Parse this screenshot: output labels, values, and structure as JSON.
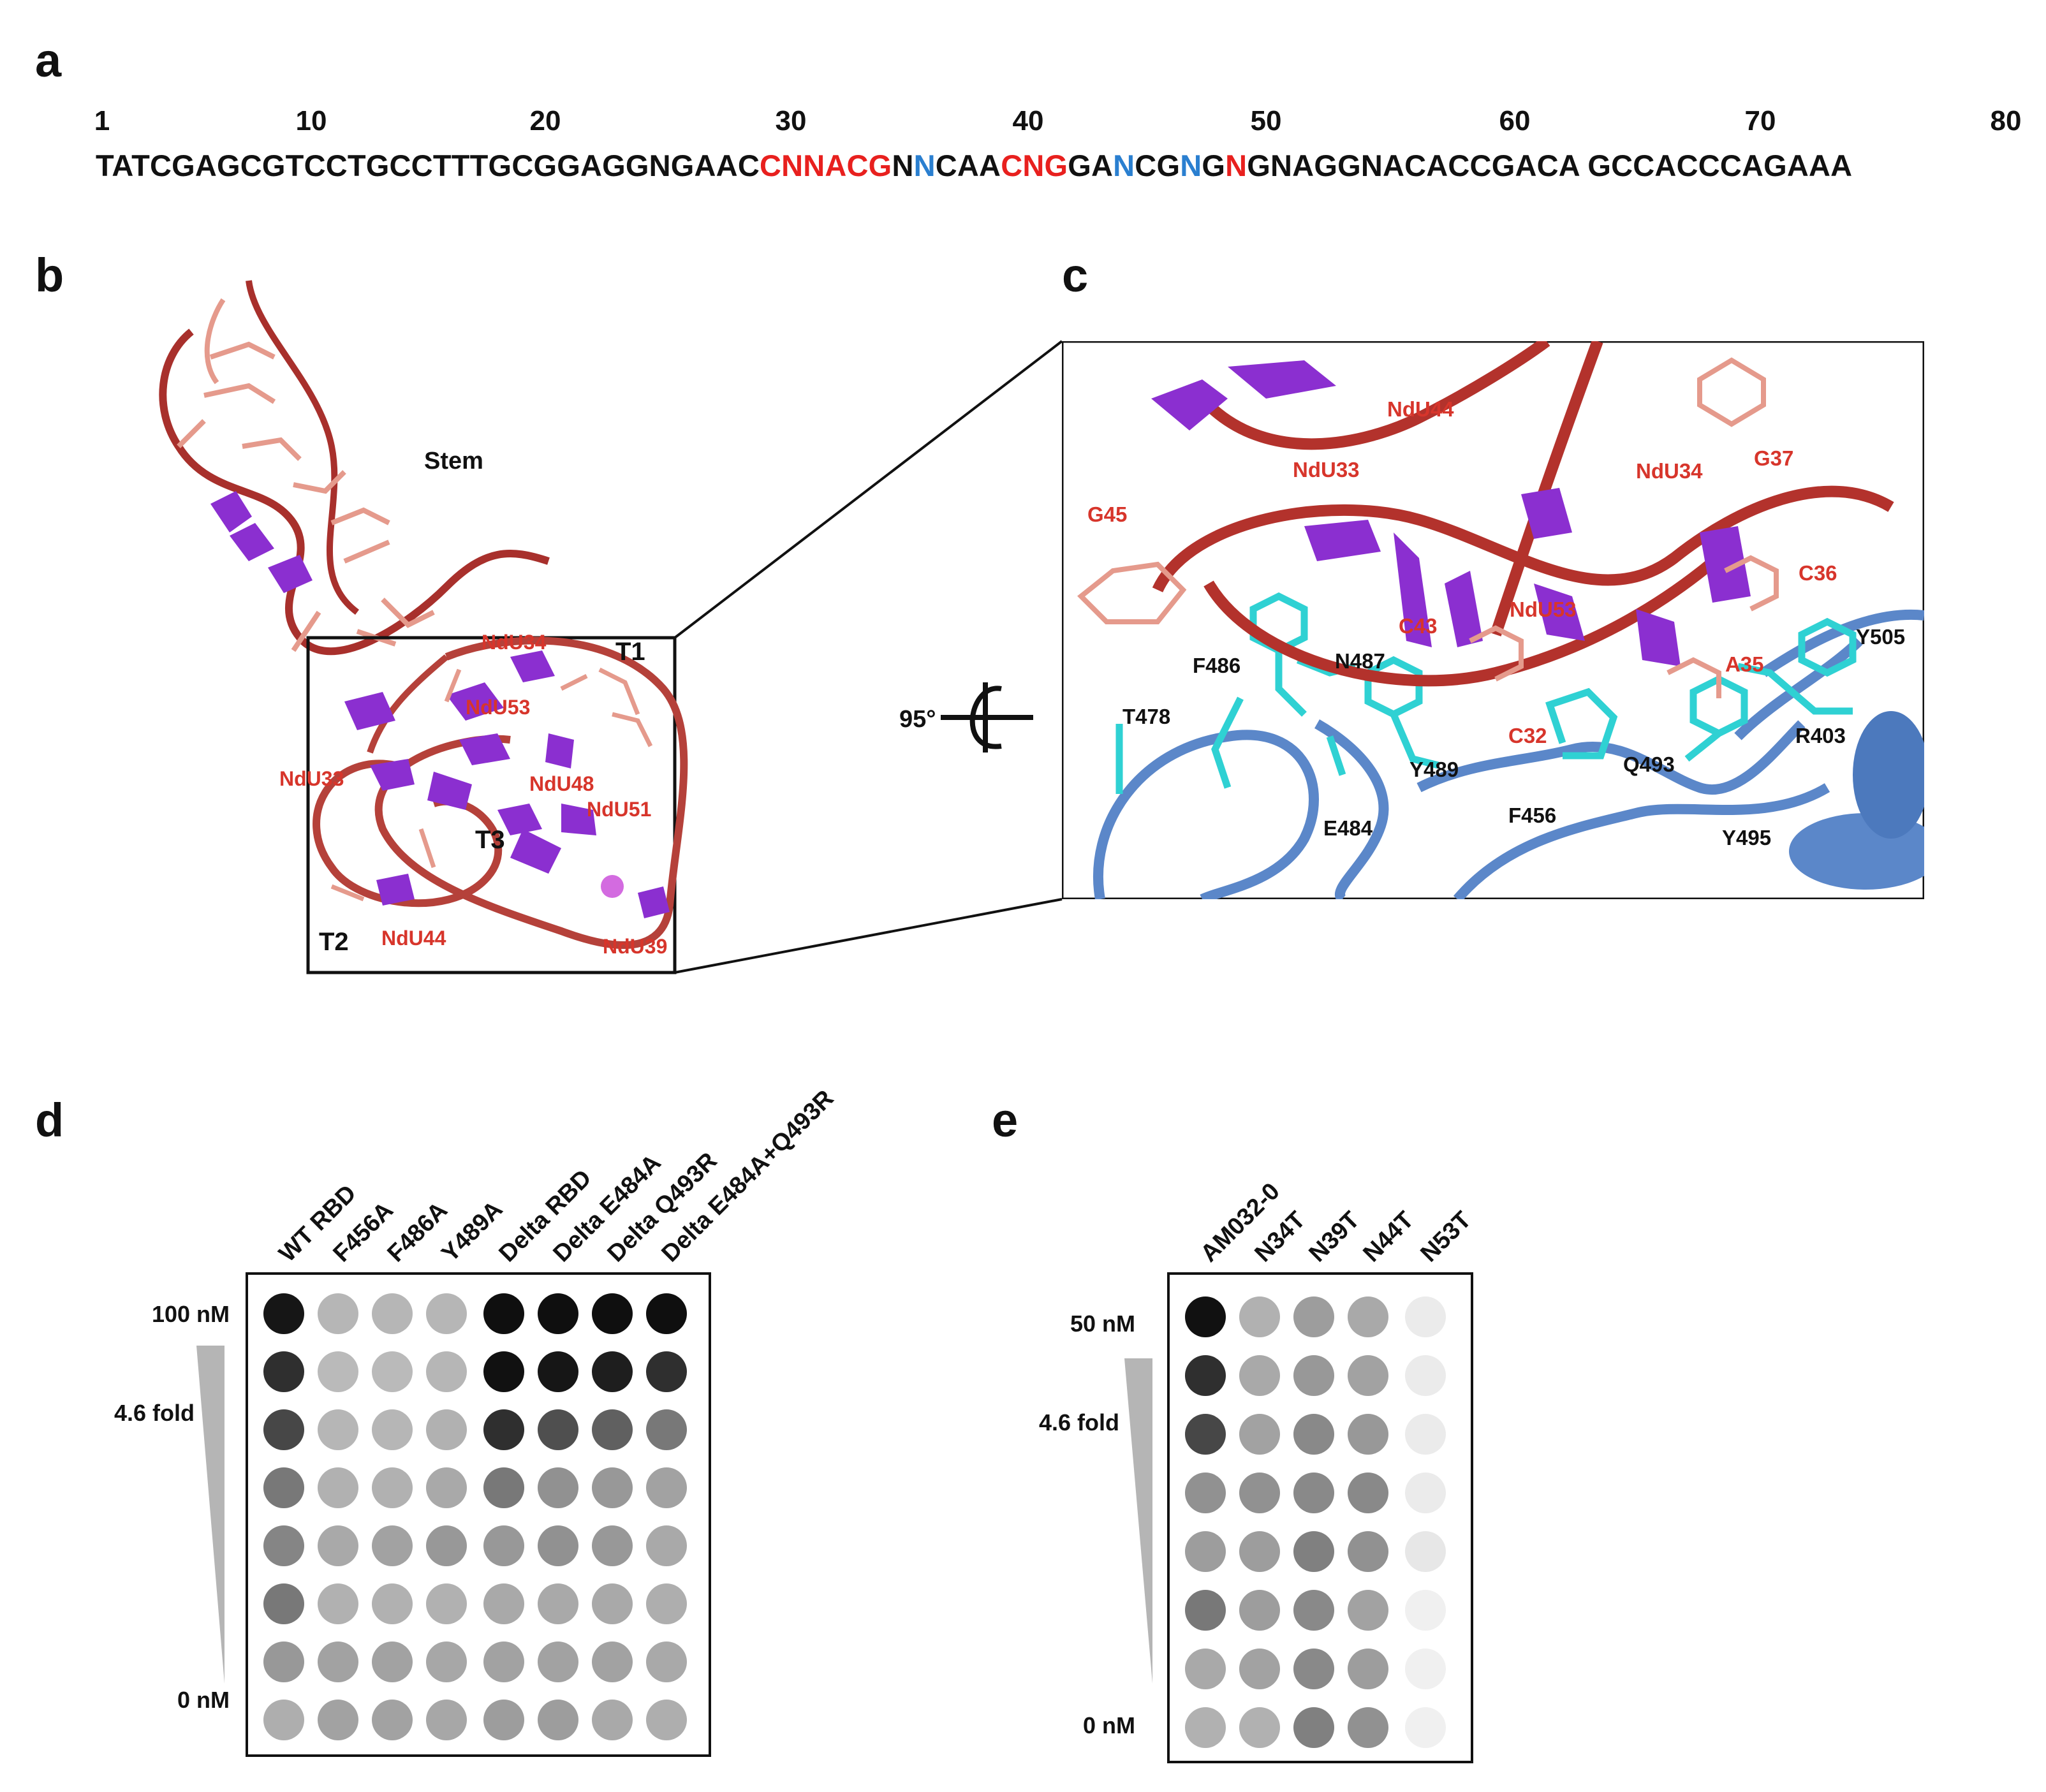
{
  "panels": {
    "a": "a",
    "b": "b",
    "c": "c",
    "d": "d",
    "e": "e"
  },
  "sequence": {
    "numbers": [
      "1",
      "10",
      "20",
      "30",
      "40",
      "50",
      "60",
      "70",
      "80"
    ],
    "segments": [
      {
        "text": "TATCGAGCGTCCTGCCTTTGCGGAGGNGAAC",
        "color": "black"
      },
      {
        "text": "CNNACG",
        "color": "red"
      },
      {
        "text": "N",
        "color": "black"
      },
      {
        "text": "N",
        "color": "blue"
      },
      {
        "text": "CAA",
        "color": "black"
      },
      {
        "text": "CNG",
        "color": "red"
      },
      {
        "text": "GA",
        "color": "black"
      },
      {
        "text": "N",
        "color": "blue"
      },
      {
        "text": "CG",
        "color": "black"
      },
      {
        "text": "N",
        "color": "blue"
      },
      {
        "text": "G",
        "color": "black"
      },
      {
        "text": "N",
        "color": "red"
      },
      {
        "text": "GNAGGNACACCGACA GCCACCCAGAAA",
        "color": "black"
      }
    ]
  },
  "panel_b": {
    "labels": {
      "stem": "Stem",
      "t1": "T1",
      "t2": "T2",
      "t3": "T3",
      "ndu34": "NdU34",
      "ndu53": "NdU53",
      "ndu33": "NdU33",
      "ndu48": "NdU48",
      "ndu51": "NdU51",
      "ndu44": "NdU44",
      "ndu39": "NdU39"
    }
  },
  "panel_c": {
    "rotation": "95°",
    "red_labels": {
      "ndu44": "NdU44",
      "ndu33": "NdU33",
      "ndu34": "NdU34",
      "g37": "G37",
      "g45": "G45",
      "c36": "C36",
      "c43": "C43",
      "ndu53": "NdU53",
      "a35": "A35",
      "c32": "C32"
    },
    "black_labels": {
      "f486": "F486",
      "n487": "N487",
      "t478": "T478",
      "y489": "Y489",
      "y505": "Y505",
      "q493": "Q493",
      "r403": "R403",
      "f456": "F456",
      "e484": "E484",
      "y495": "Y495"
    }
  },
  "panel_d": {
    "columns": [
      "WT RBD",
      "F456A",
      "F486A",
      "Y489A",
      "Delta RBD",
      "Delta E484A",
      "Delta Q493R",
      "Delta E484A+Q493R"
    ],
    "top_label": "100 nM",
    "fold_label": "4.6 fold",
    "bottom_label": "0 nM",
    "intensity": [
      [
        0.95,
        0.3,
        0.3,
        0.3,
        0.98,
        0.98,
        0.98,
        0.98
      ],
      [
        0.85,
        0.28,
        0.28,
        0.3,
        0.97,
        0.95,
        0.92,
        0.85
      ],
      [
        0.75,
        0.3,
        0.3,
        0.32,
        0.85,
        0.72,
        0.65,
        0.55
      ],
      [
        0.55,
        0.32,
        0.32,
        0.35,
        0.55,
        0.45,
        0.42,
        0.38
      ],
      [
        0.5,
        0.35,
        0.38,
        0.42,
        0.42,
        0.45,
        0.42,
        0.35
      ],
      [
        0.55,
        0.32,
        0.32,
        0.32,
        0.35,
        0.35,
        0.35,
        0.33
      ],
      [
        0.42,
        0.38,
        0.38,
        0.36,
        0.38,
        0.38,
        0.38,
        0.35
      ],
      [
        0.33,
        0.38,
        0.38,
        0.36,
        0.4,
        0.4,
        0.35,
        0.33
      ]
    ]
  },
  "panel_e": {
    "columns": [
      "AM032-0",
      "N34T",
      "N39T",
      "N44T",
      "N53T"
    ],
    "top_label": "50 nM",
    "fold_label": "4.6 fold",
    "bottom_label": "0 nM",
    "intensity": [
      [
        0.97,
        0.32,
        0.4,
        0.35,
        0.08
      ],
      [
        0.85,
        0.35,
        0.42,
        0.38,
        0.08
      ],
      [
        0.75,
        0.38,
        0.48,
        0.42,
        0.08
      ],
      [
        0.45,
        0.45,
        0.48,
        0.48,
        0.08
      ],
      [
        0.4,
        0.4,
        0.52,
        0.45,
        0.1
      ],
      [
        0.55,
        0.4,
        0.48,
        0.38,
        0.06
      ],
      [
        0.35,
        0.38,
        0.48,
        0.4,
        0.06
      ],
      [
        0.32,
        0.32,
        0.52,
        0.45,
        0.06
      ]
    ]
  }
}
